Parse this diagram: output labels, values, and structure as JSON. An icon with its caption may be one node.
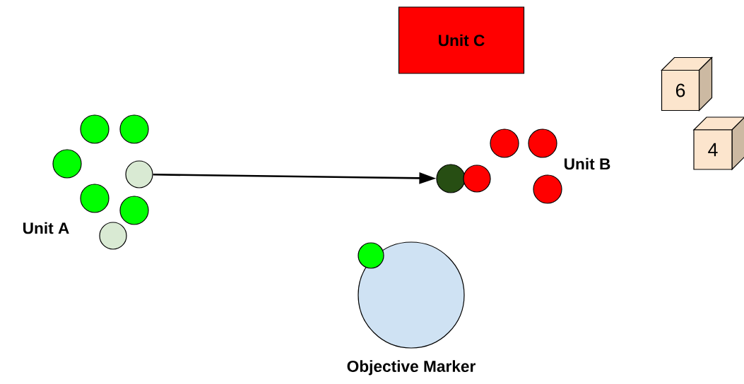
{
  "diagram": {
    "nodes": [
      {
        "text": [
          "Unit C"
        ]
      },
      {
        "text": [
          "6"
        ]
      },
      {
        "text": [
          "4"
        ]
      },
      {
        "text": [],
        "shape": "circle"
      },
      {
        "text": [],
        "shape": "circle"
      },
      {
        "text": [],
        "shape": "circle"
      },
      {
        "text": [],
        "shape": "circle"
      },
      {
        "text": [],
        "shape": "circle"
      },
      {
        "text": [],
        "shape": "circle"
      },
      {
        "text": [],
        "shape": "circle"
      },
      {
        "text": [],
        "shape": "circle"
      },
      {
        "text": [],
        "shape": "circle"
      },
      {
        "text": [],
        "shape": "circle"
      },
      {
        "text": [],
        "shape": "circle"
      },
      {
        "text": [],
        "shape": "circle"
      },
      {
        "text": [],
        "shape": "circle",
        "beside": [
          "Objective Marker"
        ]
      },
      {
        "text": [],
        "shape": "circle"
      }
    ],
    "edges": [
      {
        "from": 8,
        "to": 9,
        "arrow": "to"
      }
    ],
    "labels": [
      "Unit B",
      "Unit A"
    ]
  }
}
